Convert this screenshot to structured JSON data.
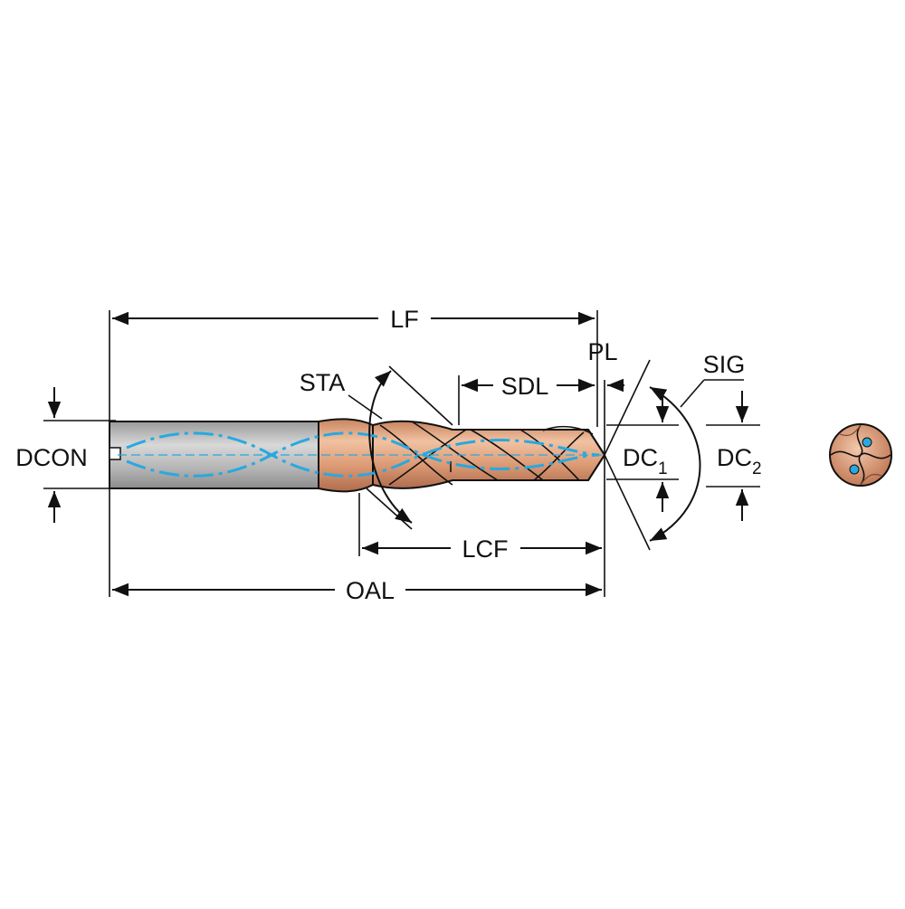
{
  "diagram": {
    "labels": {
      "lf": "LF",
      "pl": "PL",
      "sig": "SIG",
      "sta": "STA",
      "sdl": "SDL",
      "dcon": "DCON",
      "dc1_main": "DC",
      "dc1_sub": "1",
      "dc2_main": "DC",
      "dc2_sub": "2",
      "lcf": "LCF",
      "oal": "OAL"
    },
    "colors": {
      "shank": "#b9b9b9",
      "body": "#e0a27c",
      "body_dark": "#b06d4e",
      "coolant": "#29a8e0",
      "outline": "#111111"
    },
    "icons": {
      "end_view": "drill-end-view-icon",
      "coolant": "coolant-channel-icon"
    }
  }
}
